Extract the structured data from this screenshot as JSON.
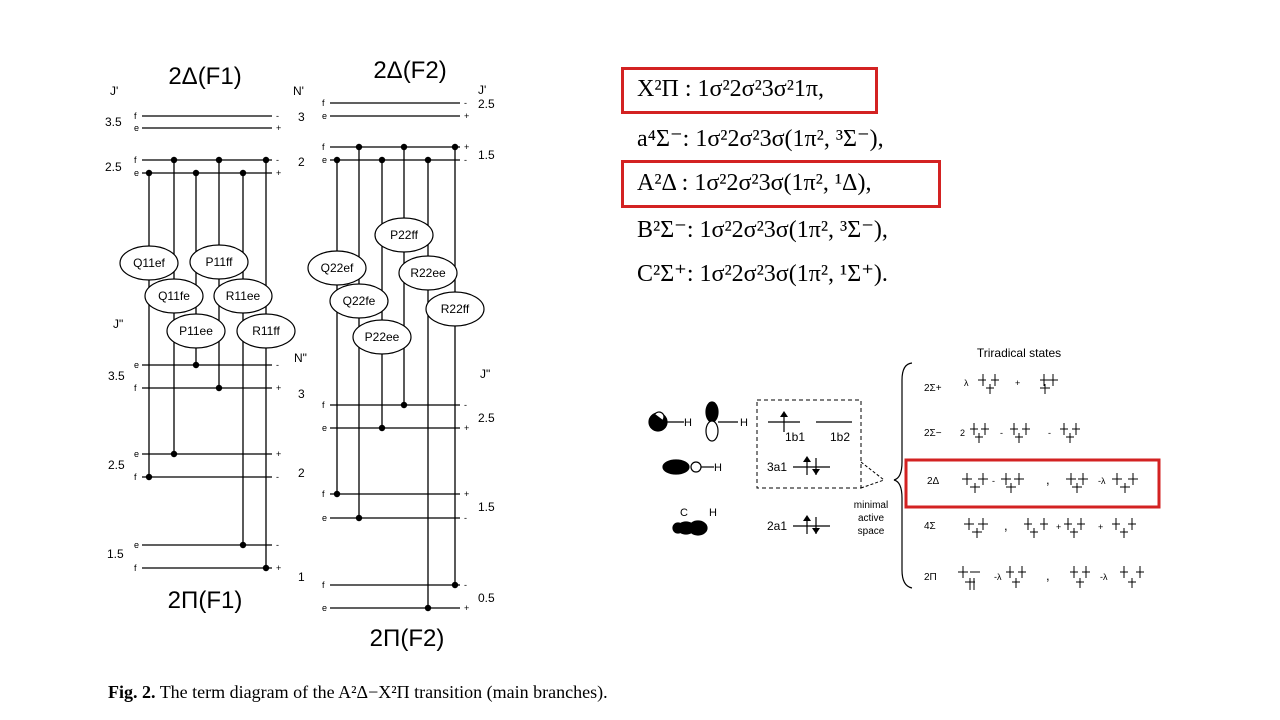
{
  "term_diagram": {
    "left_upper_title": "2Δ(F1)",
    "right_upper_title": "2Δ(F2)",
    "left_lower_title": "2Π(F1)",
    "right_lower_title": "2Π(F2)",
    "j_prime": "J'",
    "n_prime": "N'",
    "j_dprime": "J\"",
    "n_dprime": "N\"",
    "left_upper_j": [
      "3.5",
      "2.5"
    ],
    "upper_n": [
      "3",
      "2"
    ],
    "right_upper_j": [
      "2.5",
      "1.5"
    ],
    "left_lower_j": [
      "3.5",
      "2.5",
      "1.5"
    ],
    "lower_n": [
      "3",
      "2",
      "1"
    ],
    "right_lower_j": [
      "2.5",
      "1.5",
      "0.5"
    ],
    "branches_left": [
      "Q11ef",
      "P11ff",
      "Q11fe",
      "R11ee",
      "P11ee",
      "R11ff"
    ],
    "branches_right": [
      "P22ff",
      "Q22ef",
      "R22ee",
      "Q22fe",
      "R22ff",
      "P22ee"
    ]
  },
  "configurations": [
    {
      "state": "X²Π :",
      "config": "1σ²2σ²3σ²1π,",
      "highlighted": true
    },
    {
      "state": "a⁴Σ⁻:",
      "config": "1σ²2σ²3σ(1π², ³Σ⁻),",
      "highlighted": false
    },
    {
      "state": "A²Δ :",
      "config": "1σ²2σ²3σ(1π², ¹Δ),",
      "highlighted": true
    },
    {
      "state": "B²Σ⁻:",
      "config": "1σ²2σ²3σ(1π², ³Σ⁻),",
      "highlighted": false
    },
    {
      "state": "C²Σ⁺:",
      "config": "1σ²2σ²3σ(1π², ¹Σ⁺).",
      "highlighted": false
    }
  ],
  "orbital_diagram": {
    "title": "Triradical states",
    "orbitals": [
      "1b1",
      "1b2",
      "3a1",
      "2a1"
    ],
    "atoms": [
      "H",
      "H",
      "H",
      "C",
      "H"
    ],
    "active_space_label": [
      "minimal",
      "active",
      "space"
    ],
    "states": [
      "2Σ+",
      "2Σ−",
      "2Δ",
      "4Σ",
      "2Π"
    ],
    "highlight_color": "#d32222"
  },
  "caption": {
    "label": "Fig. 2.",
    "text": "The term diagram of the A²Δ−X²Π transition (main branches)."
  }
}
